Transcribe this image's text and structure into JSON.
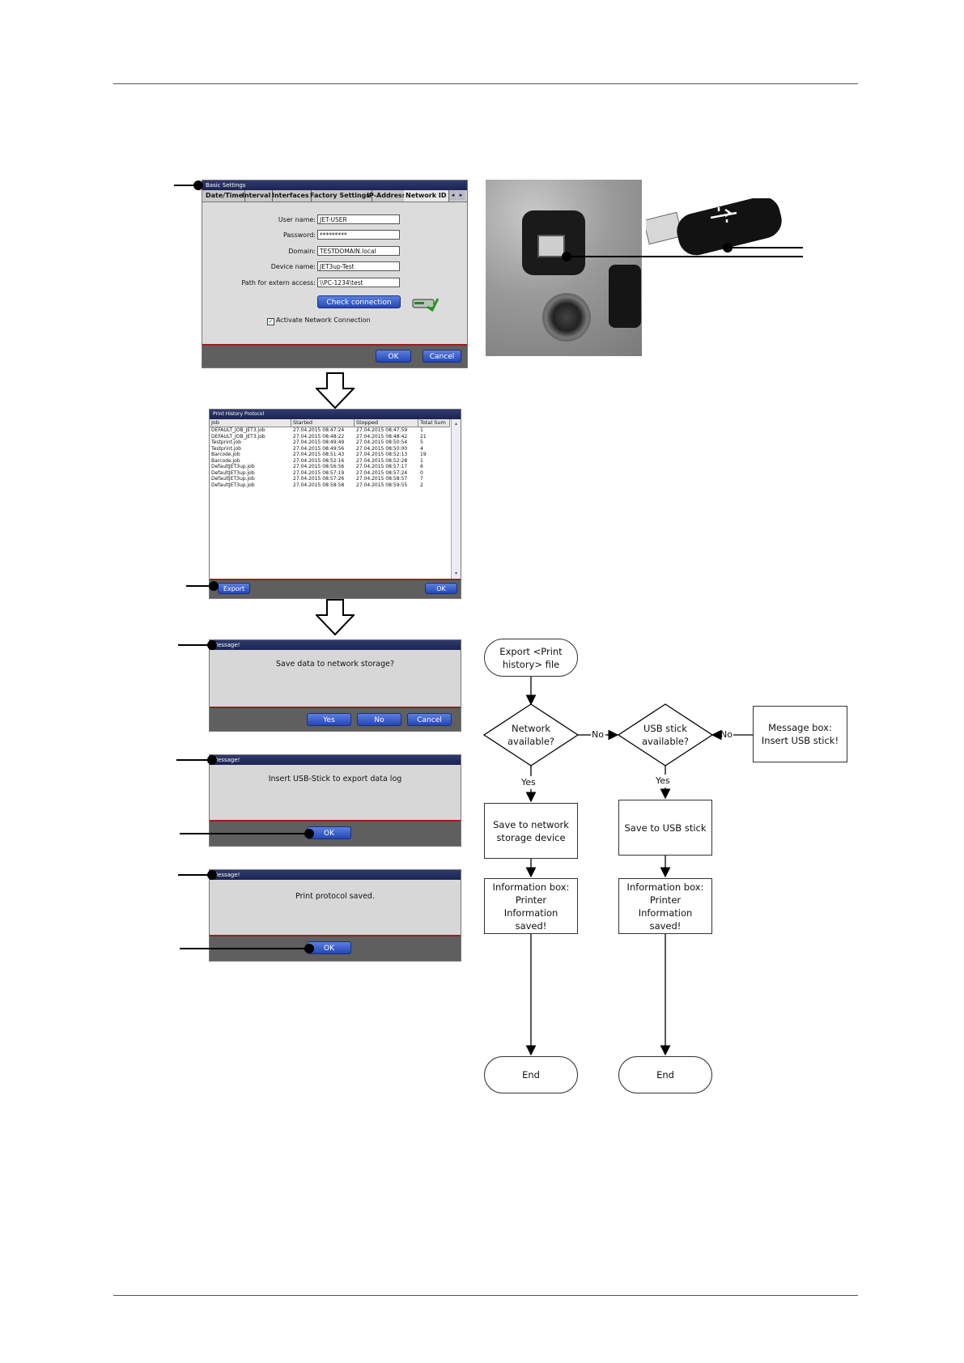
{
  "settings_dialog": {
    "title": "Basic Settings",
    "tabs": [
      "Date/Time",
      "Interval",
      "Interfaces",
      "Factory Settings",
      "IP-Address",
      "Network ID"
    ],
    "fields": [
      {
        "label": "User name:",
        "value": "JET-USER"
      },
      {
        "label": "Password:",
        "value": "*********"
      },
      {
        "label": "Domain:",
        "value": "TESTDOMAIN.local"
      },
      {
        "label": "Device name:",
        "value": "JET3up-Test"
      },
      {
        "label": "Path for extern access:",
        "value": "\\\\PC-1234\\test"
      }
    ],
    "check_button": "Check connection",
    "checkbox_label": "Activate Network Connection",
    "checkbox_checked": true,
    "ok": "OK",
    "cancel": "Cancel"
  },
  "history_dialog": {
    "title": "Print History Protocol",
    "columns": [
      "Job",
      "Started",
      "Stopped",
      "Total Sum"
    ],
    "rows": [
      [
        "DEFAULT_JOB_JET3.job",
        "27.04.2015 08:47:24",
        "27.04.2015 08:47:59",
        "1"
      ],
      [
        "DEFAULT_JOB_JET3.job",
        "27.04.2015 08:48:22",
        "27.04.2015 08:48:42",
        "21"
      ],
      [
        "Testprint.job",
        "27.04.2015 08:49:49",
        "27.04.2015 08:50:54",
        "5"
      ],
      [
        "Testprint.job",
        "27.04.2015 08:49:56",
        "27.04.2015 08:50:00",
        "4"
      ],
      [
        "Barcode.job",
        "27.04.2015 08:51:43",
        "27.04.2015 08:52:13",
        "19"
      ],
      [
        "Barcode.job",
        "27.04.2015 08:52:16",
        "27.04.2015 08:52:28",
        "1"
      ],
      [
        "DefaultJET3up.job",
        "27.04.2015 08:56:56",
        "27.04.2015 08:57:17",
        "6"
      ],
      [
        "DefaultJET3up.job",
        "27.04.2015 08:57:19",
        "27.04.2015 08:57:24",
        "0"
      ],
      [
        "DefaultJET3up.job",
        "27.04.2015 08:57:26",
        "27.04.2015 08:58:57",
        "7"
      ],
      [
        "DefaultJET3up.job",
        "27.04.2015 08:58:58",
        "27.04.2015 08:59:55",
        "2"
      ]
    ],
    "export": "Export",
    "ok": "OK"
  },
  "message_network": {
    "title": "Message!",
    "text": "Save data to network storage?",
    "yes": "Yes",
    "no": "No",
    "cancel": "Cancel"
  },
  "message_usb": {
    "title": "Message!",
    "text": "Insert USB-Stick to export data log",
    "ok": "OK"
  },
  "message_saved": {
    "title": "Message!",
    "text": "Print protocol saved.",
    "ok": "OK"
  },
  "flowchart": {
    "start": "Export <Print history> file",
    "network_q": "Network available?",
    "usb_q": "USB stick available?",
    "msg_box": "Message box: Insert USB stick!",
    "no1": "No",
    "no2": "No",
    "yes1": "Yes",
    "yes2": "Yes",
    "save_network": "Save to network storage device",
    "save_usb": "Save to USB stick",
    "info1": "Information box: Printer Information saved!",
    "info2": "Information box: Printer Information saved!",
    "end1": "End",
    "end2": "End"
  },
  "colors": {
    "title_bar": "#1c2452",
    "button": "#2447b4",
    "footer": "#5f5f5f",
    "footer_rule": "#9b1c22"
  }
}
